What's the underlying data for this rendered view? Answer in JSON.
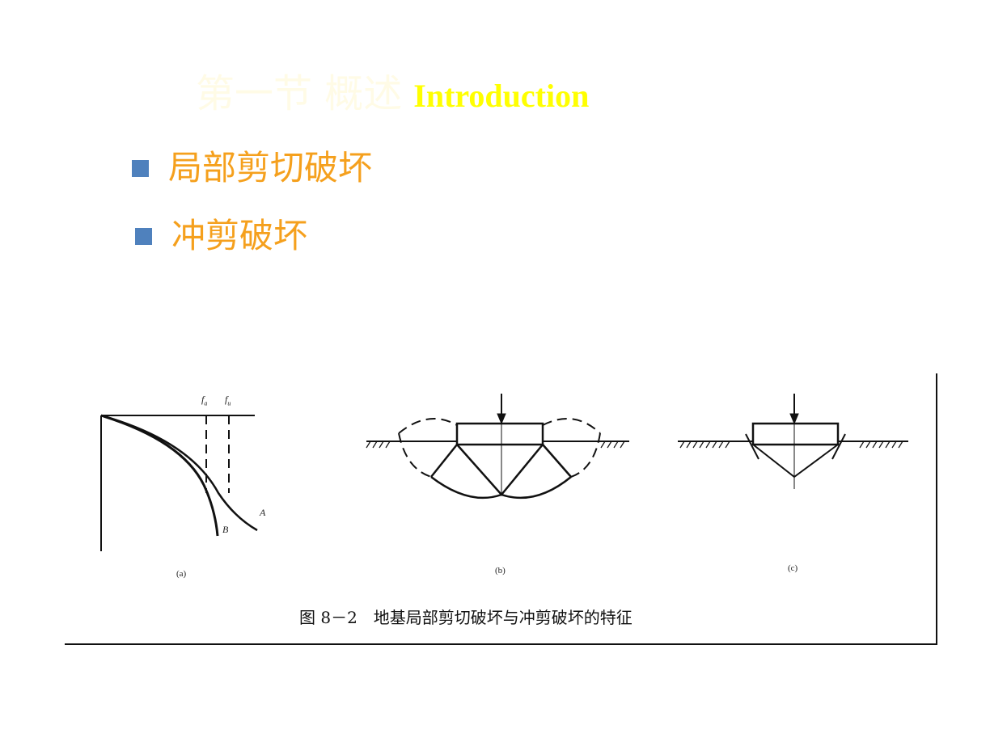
{
  "title": {
    "chinese": "第一节 概述",
    "english": "Introduction"
  },
  "bullets": [
    {
      "label": "局部剪切破坏"
    },
    {
      "label": "冲剪破坏"
    }
  ],
  "figure": {
    "labels": {
      "fa": "f",
      "fa_sub": "a",
      "fu": "f",
      "fu_sub": "u",
      "curve_a": "A",
      "curve_b": "B"
    },
    "subcaptions": [
      "(a)",
      "(b)",
      "(c)"
    ],
    "caption": "图 8－2　地基局部剪切破坏与冲剪破坏的特征"
  },
  "colors": {
    "title_en": "#ffff00",
    "title_cn": "#fffbe6",
    "bullet_text": "#f5a01d",
    "bullet_marker": "#4f81bd"
  }
}
